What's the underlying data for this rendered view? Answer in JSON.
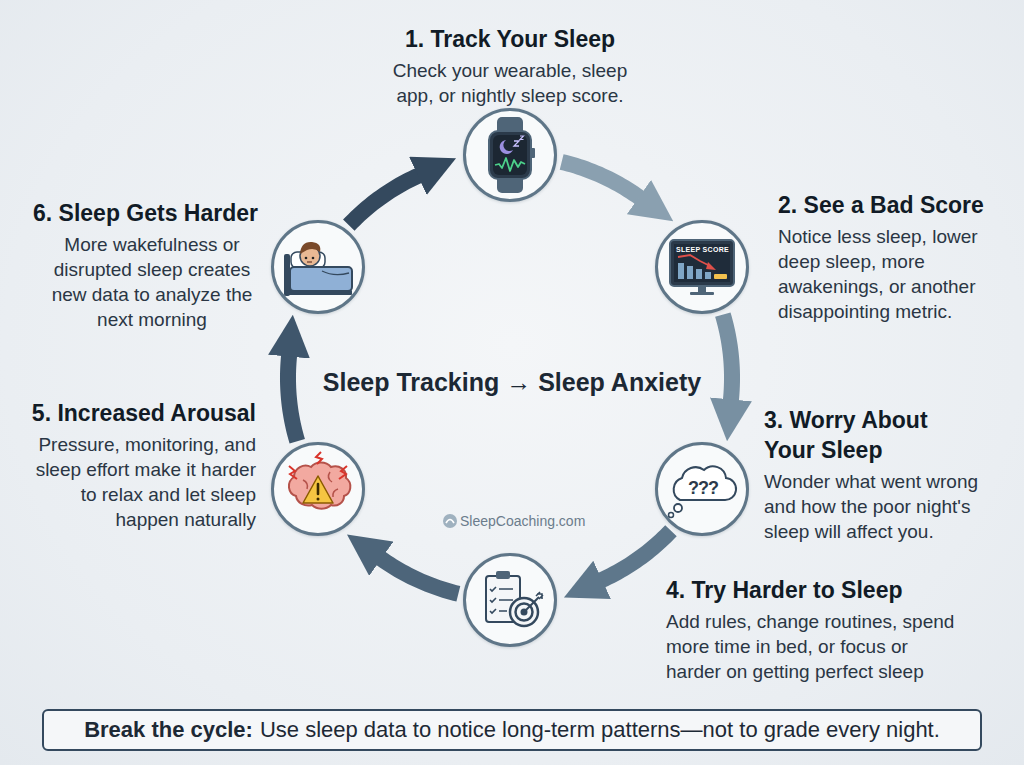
{
  "diagram": {
    "title": "Sleep Tracking → Sleep Anxiety",
    "nodes": [
      {
        "text": [
          "1. Track Your Sleep",
          "Check your wearable, sleep app, or nightly sleep score."
        ]
      },
      {
        "text": [
          "2. See a Bad Score",
          "Notice less sleep, lower deep sleep, more awakenings, or another disappointing metric."
        ]
      },
      {
        "text": [
          "3. Worry About Your Sleep",
          "Wonder what went wrong and how the poor night's sleep will affect you."
        ]
      },
      {
        "text": [
          "4. Try Harder to Sleep",
          "Add rules, change routines, spend more time in bed, or focus or harder on getting perfect sleep"
        ]
      },
      {
        "text": [
          "5. Increased Arousal",
          "Pressure, monitoring, and sleep effort make it harder to relax and let sleep happen naturally"
        ]
      },
      {
        "text": [
          "6. Sleep Gets Harder",
          "More wakefulness or disrupted sleep creates new data to analyze the next morning"
        ]
      },
      {
        "text": [
          "Break the cycle:",
          "Use sleep data to notice long-term patterns—not to grade every night."
        ]
      }
    ],
    "edges": [
      {
        "from": 0,
        "to": 1,
        "arrow": "to"
      },
      {
        "from": 1,
        "to": 2,
        "arrow": "to"
      },
      {
        "from": 2,
        "to": 3,
        "arrow": "to"
      },
      {
        "from": 3,
        "to": 4,
        "arrow": "to"
      },
      {
        "from": 4,
        "to": 5,
        "arrow": "to"
      },
      {
        "from": 5,
        "to": 0,
        "arrow": "to"
      }
    ],
    "labels": [
      "SLEEP SCORE",
      "???",
      "SleepCoaching.com"
    ]
  }
}
